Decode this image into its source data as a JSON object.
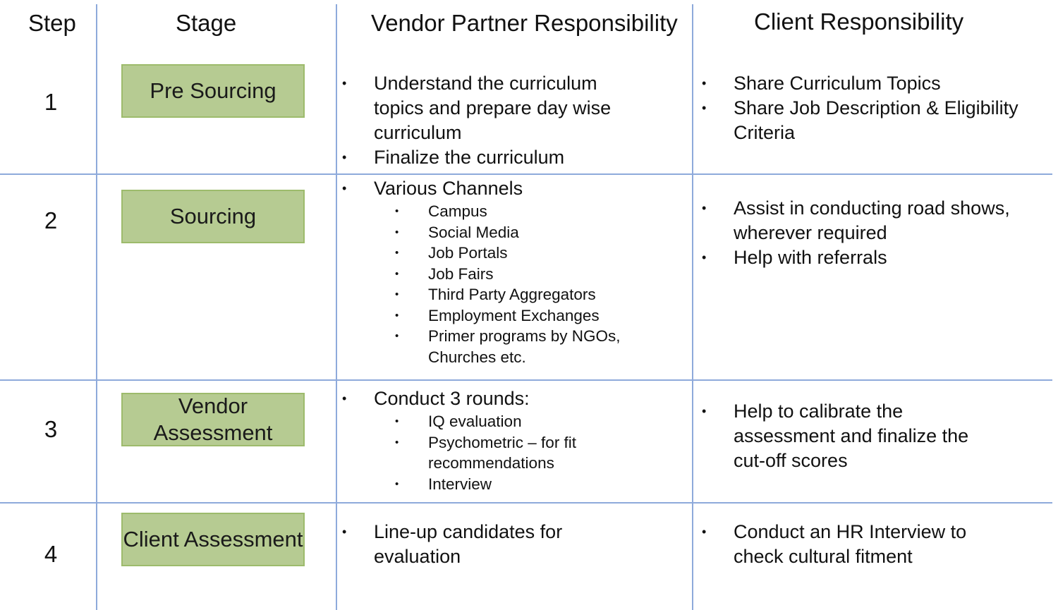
{
  "headers": {
    "step": "Step",
    "stage": "Stage",
    "vendor": "Vendor Partner Responsibility",
    "client": "Client Responsibility"
  },
  "rows": [
    {
      "step": "1",
      "stage": "Pre Sourcing",
      "vendor": [
        {
          "text": "Understand the curriculum topics and prepare day wise curriculum"
        },
        {
          "text": "Finalize the curriculum"
        }
      ],
      "client": [
        {
          "text": "Share Curriculum Topics"
        },
        {
          "text": "Share Job Description & Eligibility Criteria"
        }
      ]
    },
    {
      "step": "2",
      "stage": "Sourcing",
      "vendor": [
        {
          "text": "Various Channels"
        },
        {
          "text": "Campus",
          "sub": true
        },
        {
          "text": "Social Media",
          "sub": true
        },
        {
          "text": "Job Portals",
          "sub": true
        },
        {
          "text": "Job Fairs",
          "sub": true
        },
        {
          "text": "Third Party Aggregators",
          "sub": true
        },
        {
          "text": "Employment Exchanges",
          "sub": true
        },
        {
          "text": "Primer programs by NGOs, Churches etc.",
          "sub": true
        }
      ],
      "client": [
        {
          "text": "Assist in conducting road shows, wherever required"
        },
        {
          "text": "Help with referrals"
        }
      ]
    },
    {
      "step": "3",
      "stage": "Vendor Assessment",
      "vendor": [
        {
          "text": "Conduct 3 rounds:"
        },
        {
          "text": "IQ evaluation",
          "sub": true
        },
        {
          "text": "Psychometric – for fit recommendations",
          "sub": true
        },
        {
          "text": "Interview",
          "sub": true
        }
      ],
      "client": [
        {
          "text": "Help to calibrate the assessment and finalize the cut-off scores"
        }
      ]
    },
    {
      "step": "4",
      "stage": "Client Assessment",
      "vendor": [
        {
          "text": "Line-up candidates for evaluation"
        }
      ],
      "client": [
        {
          "text": "Conduct an HR Interview to check cultural fitment"
        }
      ]
    }
  ]
}
